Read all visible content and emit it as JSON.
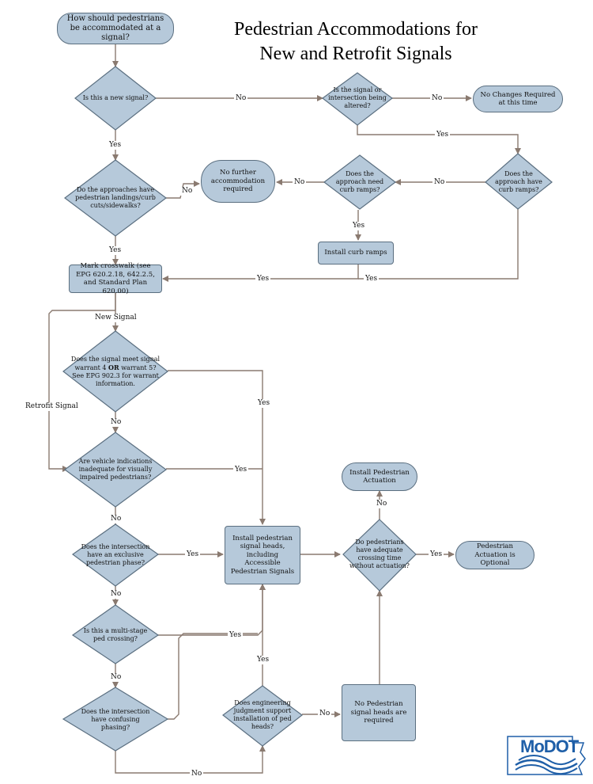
{
  "title": {
    "line1": "Pedestrian Accommodations for",
    "line2": "New and Retrofit Signals"
  },
  "nodes": {
    "start": "How should pedestrians be accommodated at a signal?",
    "q_new_signal": "Is this a new signal?",
    "q_altered": "Is the signal or intersection being altered?",
    "no_changes": "No Changes Required at this time",
    "q_landings": "Do the approaches have pedestrian landings/curb cuts/sidewalks?",
    "no_further": "No further accommodation required",
    "q_need_ramps": "Does the approach need curb ramps?",
    "q_have_ramps": "Does the approach have curb ramps?",
    "install_ramps": "Install curb ramps",
    "mark_crosswalk": "Mark crosswalk (see EPG 620.2.18, 642.2.5, and Standard Plan 620.00)",
    "q_warrant_pre": "Does the signal meet signal warrant 4 ",
    "q_warrant_or": "OR",
    "q_warrant_post": " warrant 5? See EPG 902.3 for warrant information.",
    "q_vehicle": "Are vehicle indications inadequate for visually impaired pedestrians?",
    "q_exclusive": "Does the intersection have an exclusive pedestrian phase?",
    "install_heads": "Install pedestrian signal heads, including Accessible Pedestrian Signals",
    "q_crossing_time": "Do pedestrians have adequate crossing time without actuation?",
    "install_actuation": "Install Pedestrian Actuation",
    "actuation_optional": "Pedestrian Actuation is Optional",
    "q_multistage": "Is this a multi-stage ped crossing?",
    "q_confusing": "Does the intersection have confusing phasing?",
    "q_engineering": "Does engineering judgment support installation of ped heads?",
    "no_heads": "No Pedestrian signal heads are required"
  },
  "edge_labels": {
    "yes": "Yes",
    "no": "No",
    "new_signal": "New Signal",
    "retrofit_signal": "Retrofit Signal"
  },
  "logo": {
    "text": "MoDOT"
  },
  "colors": {
    "node_fill": "#b6c9da",
    "node_border": "#5b6f80",
    "arrow": "#8a7a70"
  }
}
